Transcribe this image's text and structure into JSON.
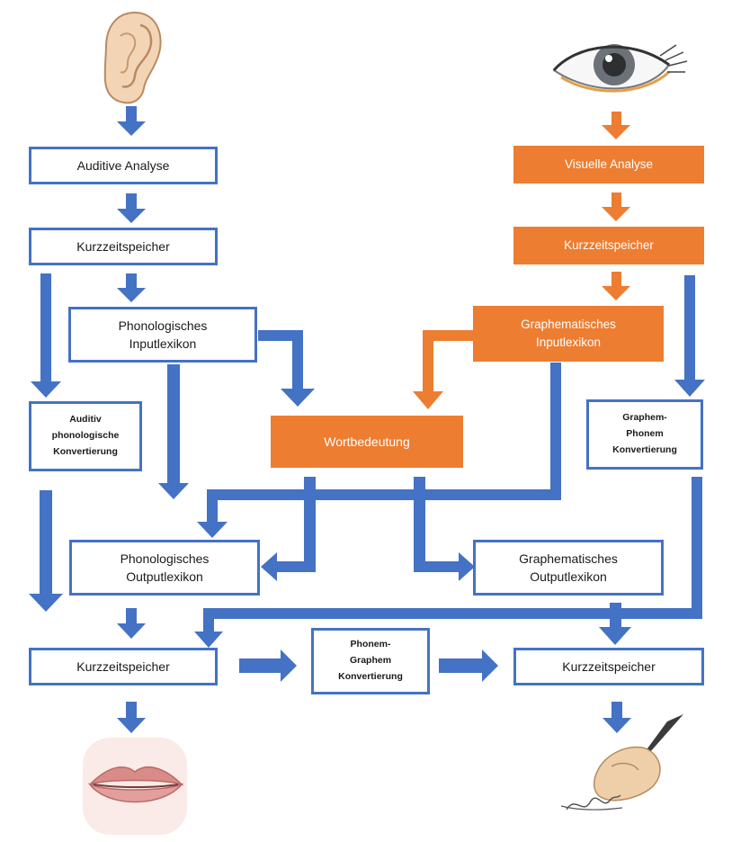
{
  "diagram": {
    "auditory_path": {
      "auditive_analyse": "Auditive Analyse",
      "kurzzeitspeicher_input": "Kurzzeitspeicher",
      "phonologisches_inputlexikon": "Phonologisches\nInputlexikon",
      "auditiv_phonologische_konvertierung": "Auditiv\nphonologische\nKonvertierung"
    },
    "visual_path": {
      "visuelle_analyse": "Visuelle Analyse",
      "kurzzeitspeicher_input": "Kurzzeitspeicher",
      "graphematisches_inputlexikon": "Graphematisches\nInputlexikon",
      "graphem_phonem_konvertierung": "Graphem-\nPhonem\nKonvertierung"
    },
    "center": {
      "wortbedeutung": "Wortbedeutung"
    },
    "output": {
      "phonologisches_outputlexikon": "Phonologisches\nOutputlexikon",
      "graphematisches_outputlexikon": "Graphematisches\nOutputlexikon",
      "kurzzeitspeicher_speech": "Kurzzeitspeicher",
      "phonem_graphem_konvertierung": "Phonem-\nGraphem\nKonvertierung",
      "kurzzeitspeicher_writing": "Kurzzeitspeicher"
    },
    "pictures": [
      "ear",
      "eye",
      "lips",
      "writing-hand"
    ],
    "colors": {
      "auditory": "#4472c4",
      "visual": "#ed7d31",
      "text": "#1a1a1a"
    }
  }
}
